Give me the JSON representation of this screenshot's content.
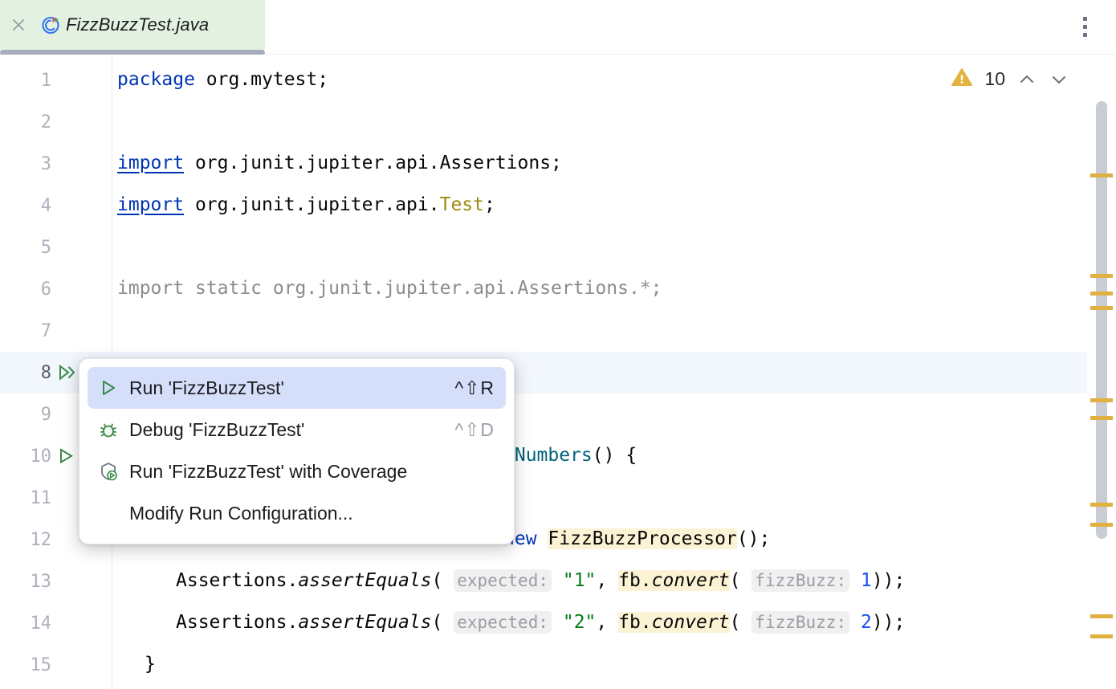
{
  "window": {
    "tab": {
      "title": "FizzBuzzTest.java",
      "icon": "java-test-class-icon",
      "close_icon": "close-icon",
      "background_color": "#e3f1e1"
    },
    "kebab_menu_icon": "more-vertical-icon"
  },
  "editor": {
    "inspection": {
      "warning_icon": "warning-triangle-icon",
      "warning_count": "10",
      "prev_icon": "chevron-up-icon",
      "next_icon": "chevron-down-icon",
      "warning_color": "#e3b341"
    },
    "lines": [
      {
        "n": "1",
        "gutter": "",
        "current": false
      },
      {
        "n": "2",
        "gutter": "",
        "current": false
      },
      {
        "n": "3",
        "gutter": "",
        "current": false
      },
      {
        "n": "4",
        "gutter": "",
        "current": false
      },
      {
        "n": "5",
        "gutter": "",
        "current": false
      },
      {
        "n": "6",
        "gutter": "",
        "current": false
      },
      {
        "n": "7",
        "gutter": "",
        "current": false
      },
      {
        "n": "8",
        "gutter": "run-all-tests-icon",
        "current": true
      },
      {
        "n": "9",
        "gutter": "",
        "current": false
      },
      {
        "n": "10",
        "gutter": "run-test-icon",
        "current": false
      },
      {
        "n": "11",
        "gutter": "",
        "current": false
      },
      {
        "n": "12",
        "gutter": "",
        "current": false
      },
      {
        "n": "13",
        "gutter": "",
        "current": false
      },
      {
        "n": "14",
        "gutter": "",
        "current": false
      },
      {
        "n": "15",
        "gutter": "",
        "current": false
      }
    ],
    "code": {
      "l1_kw": "package",
      "l1_rest": " org.mytest;",
      "l3_kw": "import",
      "l3_rest": " org.junit.jupiter.api.Assertions;",
      "l4_kw": "import",
      "l4_mid": " org.junit.jupiter.api.",
      "l4_anno": "Test",
      "l4_end": ";",
      "l6_all": "import static org.junit.jupiter.api.Assertions.*;",
      "l10_meth": "lNumbers",
      "l10_end": "() {",
      "l12_kw": "new",
      "l12_type": "FizzBuzzProcessor",
      "l12_end": "();",
      "l13_recv": "Assertions.",
      "l13_call": "assertEquals",
      "l13_open": "( ",
      "l13_hint1": "expected:",
      "l13_str": "\"1\"",
      "l13_comma": ", ",
      "l13_fb": "fb.",
      "l13_convert": "convert",
      "l13_paren": "( ",
      "l13_hint2": "fizzBuzz:",
      "l13_num": "1",
      "l13_close": "));",
      "l14_recv": "Assertions.",
      "l14_call": "assertEquals",
      "l14_open": "( ",
      "l14_hint1": "expected:",
      "l14_str": "\"2\"",
      "l14_comma": ", ",
      "l14_fb": "fb.",
      "l14_convert": "convert",
      "l14_paren": "( ",
      "l14_hint2": "fizzBuzz:",
      "l14_num": "2",
      "l14_close": "));",
      "l15_all": "}"
    },
    "scrollbar": {
      "thumb_color": "#c9ccd1",
      "marker_color": "#e0b040"
    }
  },
  "context_menu": {
    "items": [
      {
        "id": "run-fizzbuzztest",
        "label": "Run 'FizzBuzzTest'",
        "shortcut": "^⇧R",
        "icon": "run-play-icon",
        "selected": true,
        "has_icon": true,
        "shortcut_dim": false
      },
      {
        "id": "debug-fizzbuzztest",
        "label": "Debug 'FizzBuzzTest'",
        "shortcut": "^⇧D",
        "icon": "debug-bug-icon",
        "selected": false,
        "has_icon": true,
        "shortcut_dim": true
      },
      {
        "id": "run-with-coverage",
        "label": "Run 'FizzBuzzTest' with Coverage",
        "shortcut": "",
        "icon": "coverage-shield-icon",
        "selected": false,
        "has_icon": true,
        "shortcut_dim": false
      },
      {
        "id": "modify-run-configuration",
        "label": "Modify Run Configuration...",
        "shortcut": "",
        "icon": "",
        "selected": false,
        "has_icon": false,
        "shortcut_dim": false
      }
    ]
  }
}
